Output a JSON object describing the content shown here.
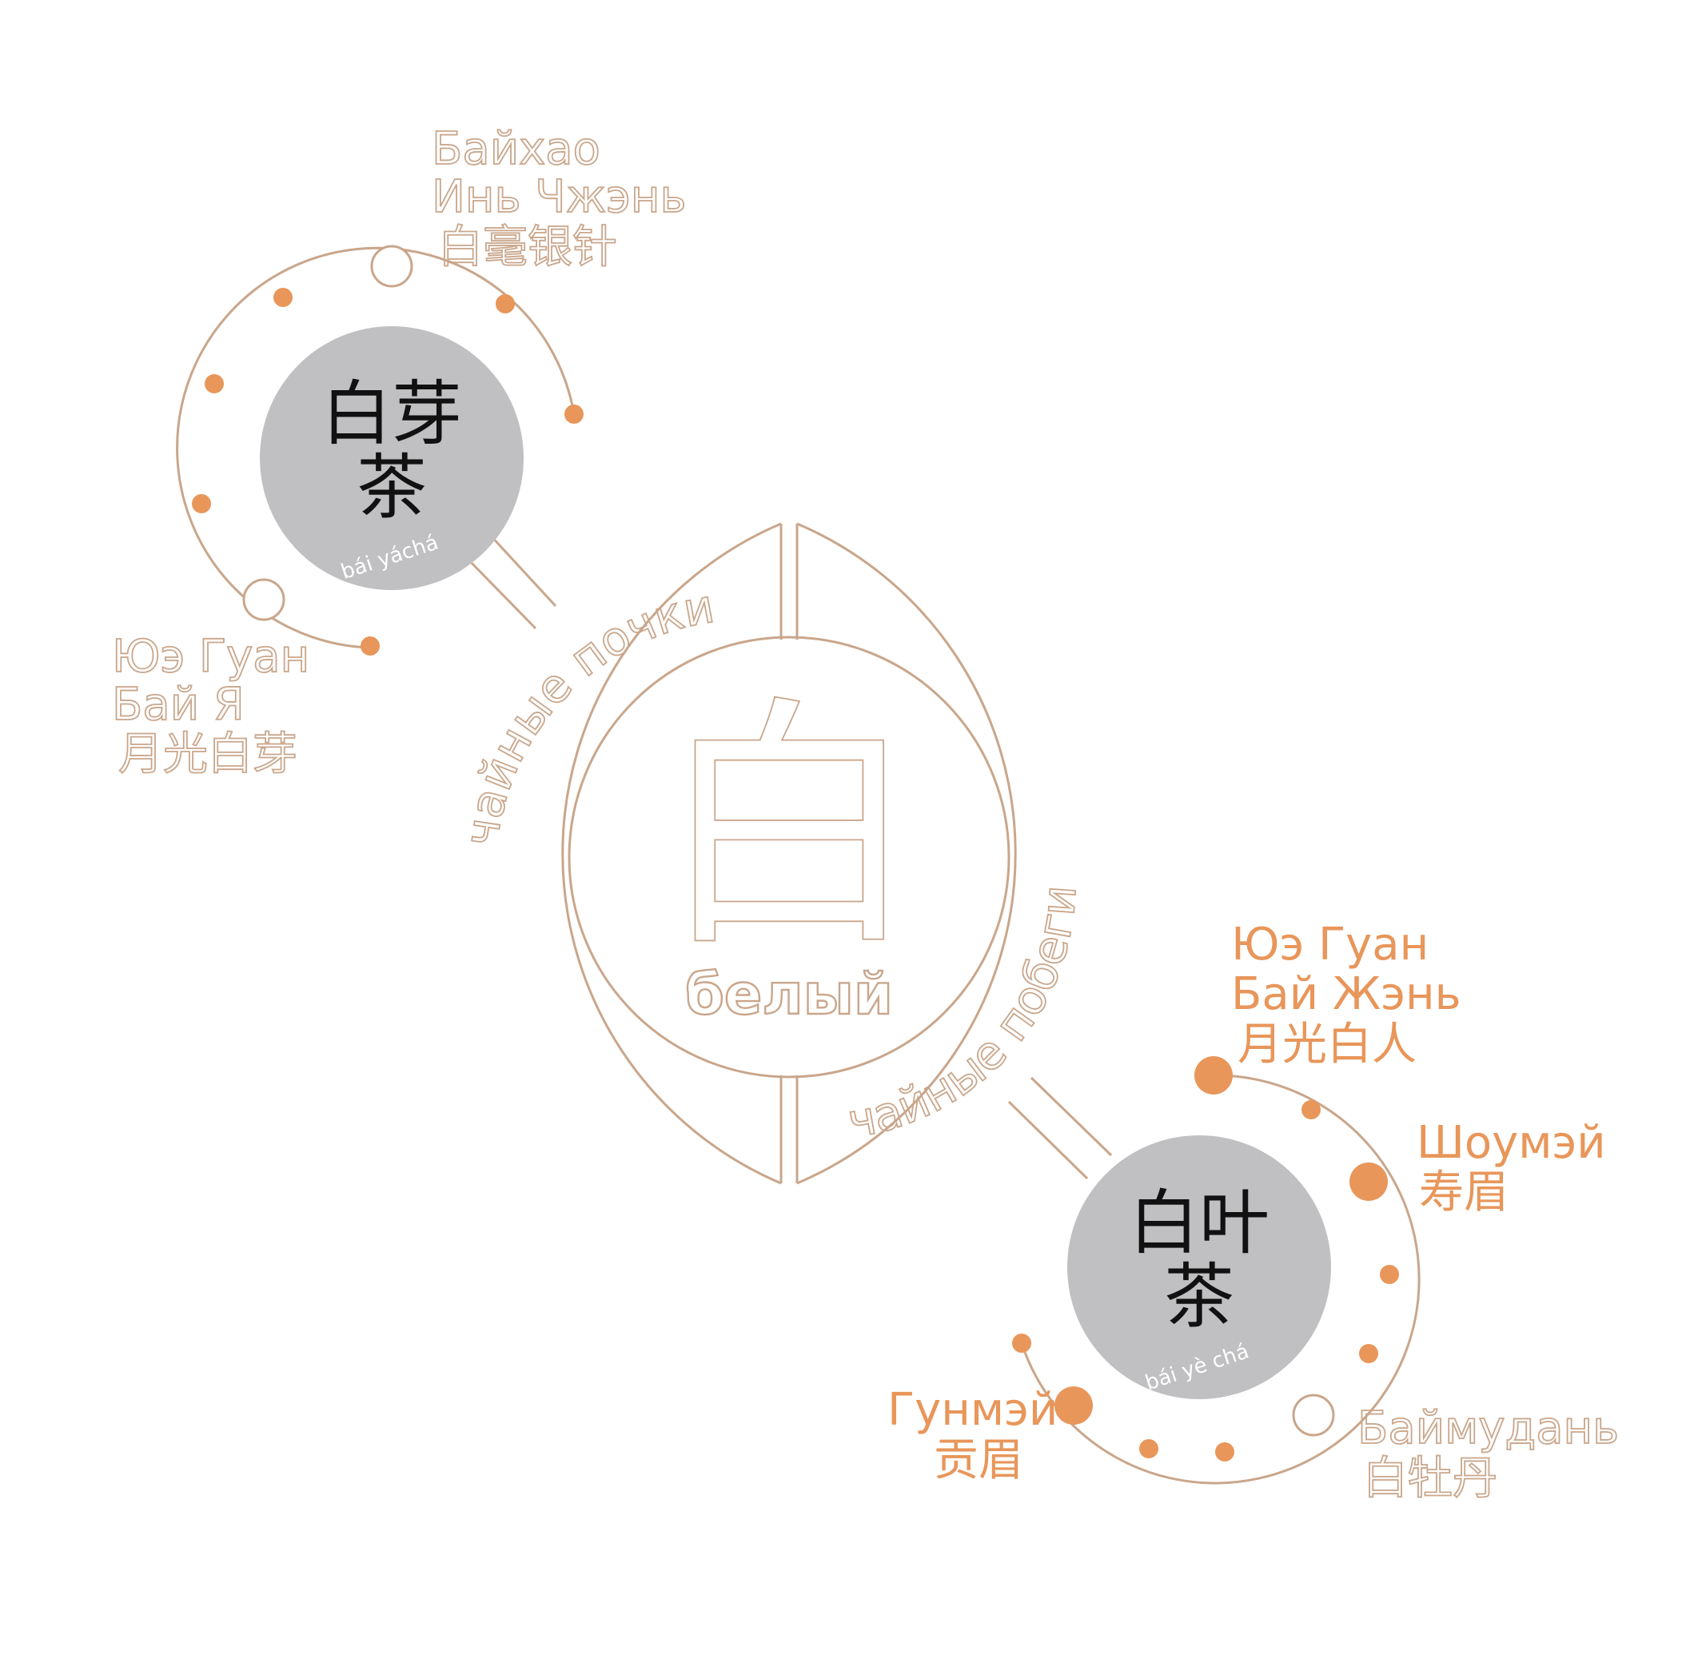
{
  "colors": {
    "tan": "#c9a68b",
    "orange": "#e8965a",
    "hub_gray": "#c0c0c2",
    "text_dark": "#111111"
  },
  "center": {
    "glyph": "白",
    "label": "белый",
    "arc_left": "чайные почки",
    "arc_right": "чайные побеги"
  },
  "hub_top": {
    "line1": "白芽",
    "line2": "茶",
    "pinyin": "bái yáchá"
  },
  "hub_bottom": {
    "line1": "白叶",
    "line2": "茶",
    "pinyin": "bái yè chá"
  },
  "labels": {
    "baihao": [
      "Байхао",
      "Инь Чжэнь",
      "白毫银针"
    ],
    "yue_guang_bai_ya": [
      "Юэ Гуан",
      "Бай Я",
      "月光白芽"
    ],
    "yue_guang_bai_zhen": [
      "Юэ Гуан",
      "Бай Жэнь",
      "月光白人"
    ],
    "shoumei": [
      "Шоумэй",
      "寿眉"
    ],
    "gunmei": [
      "Гунмэй",
      "贡眉"
    ],
    "baimudan": [
      "Баймудань",
      "白牡丹"
    ]
  }
}
